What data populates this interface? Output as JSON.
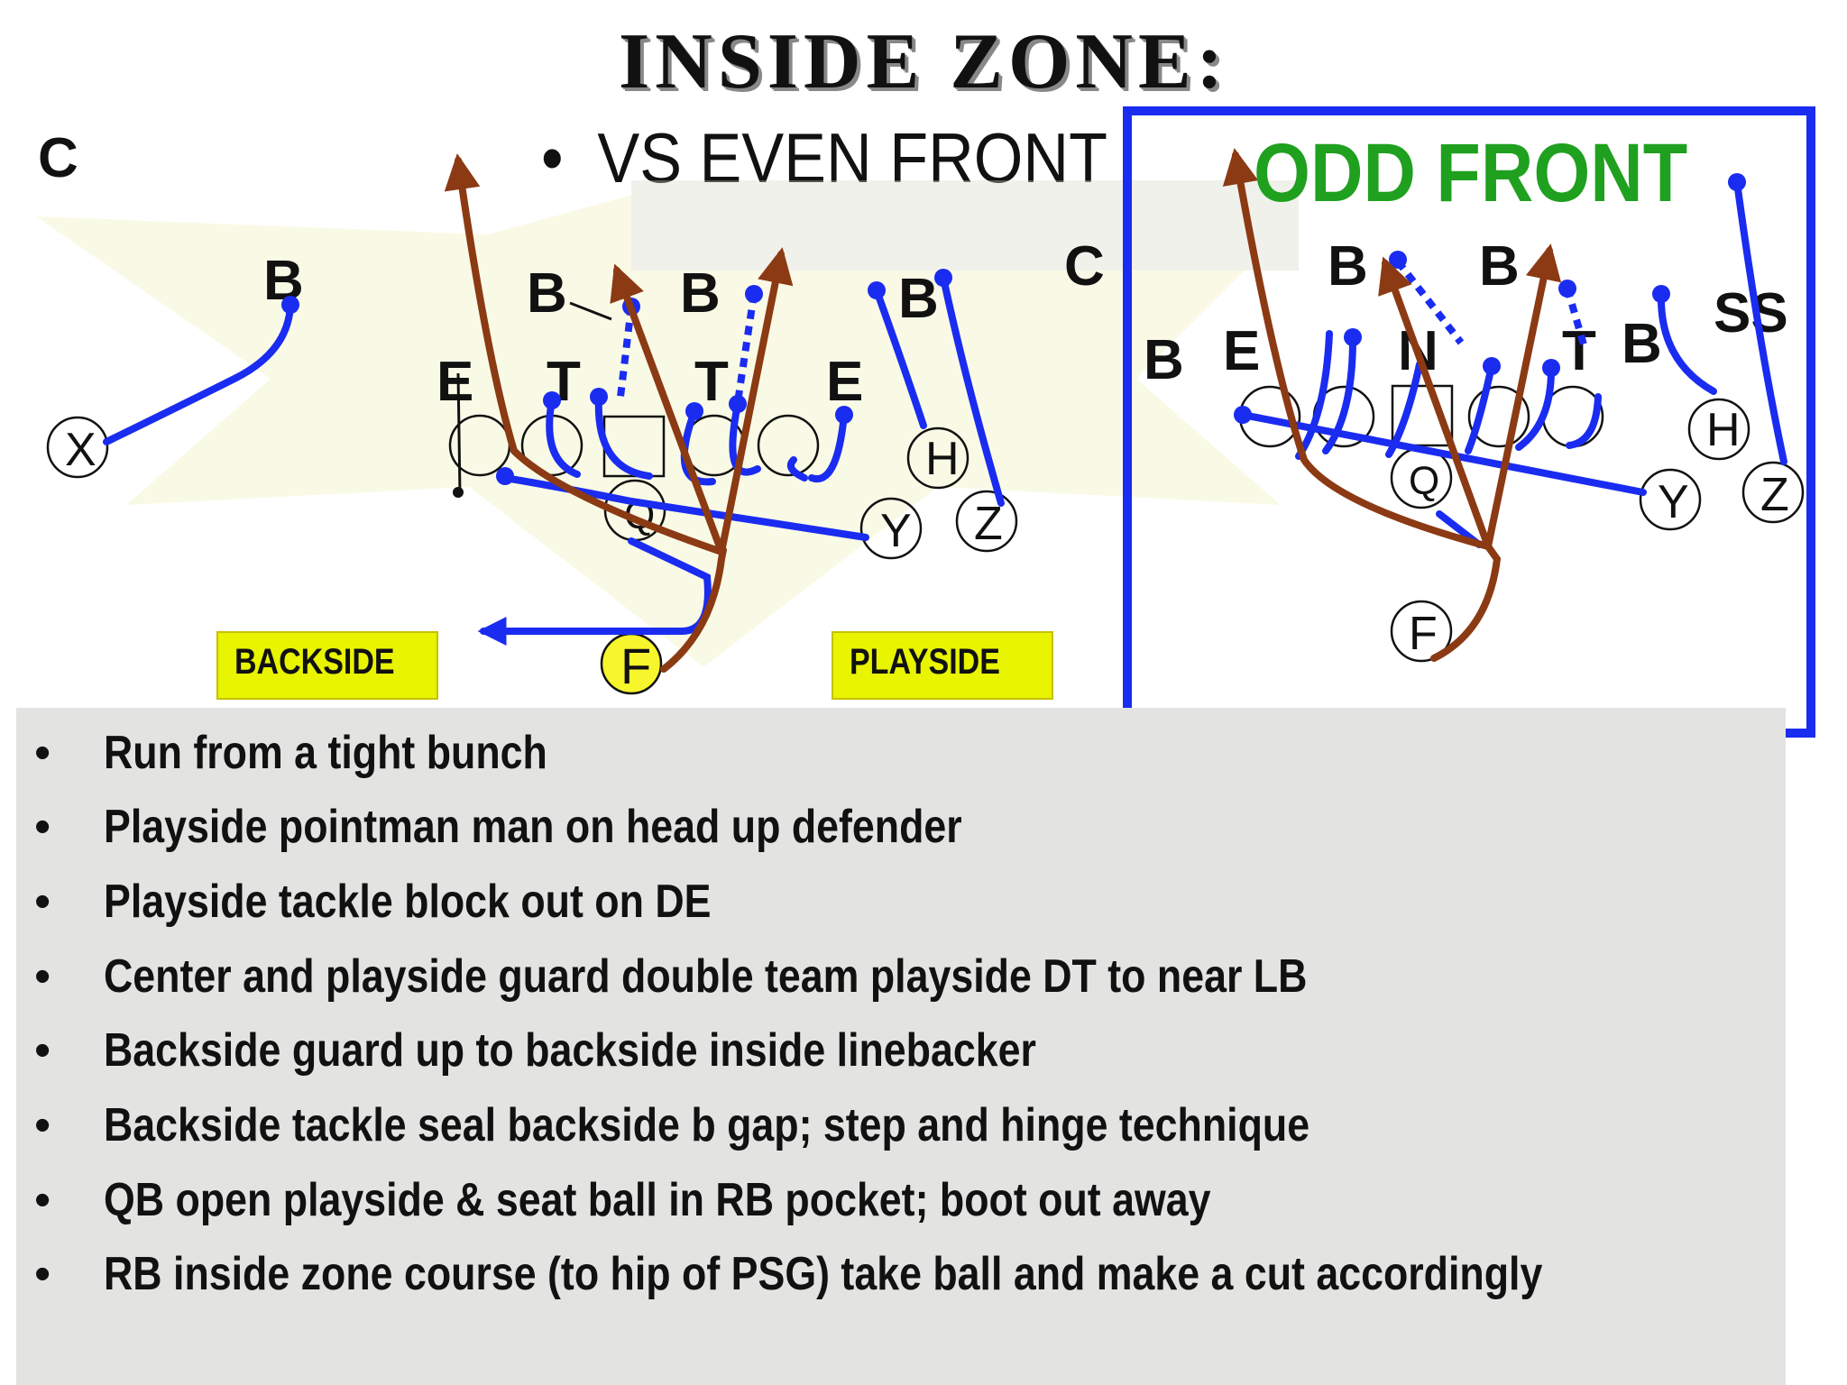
{
  "title": "INSIDE ZONE:",
  "subtitle": {
    "bullet": "•",
    "text": "VS EVEN FRONT"
  },
  "even_front": {
    "labels": {
      "c": "C",
      "b_left": "B",
      "b_mid1": "B",
      "b_mid2": "B",
      "b_right": "B",
      "e_left": "E",
      "t_left": "T",
      "t_right": "T",
      "e_right": "E"
    },
    "offense": {
      "x": "X",
      "h": "H",
      "y": "Y",
      "z": "Z",
      "q": "Q",
      "f": "F"
    },
    "tags": {
      "backside": "BACKSIDE",
      "playside": "PLAYSIDE"
    }
  },
  "odd_front": {
    "title": "ODD FRONT",
    "labels": {
      "c": "C",
      "b_left": "B",
      "e": "E",
      "b_mid1": "B",
      "n": "N",
      "b_mid2": "B",
      "t": "T",
      "b_right": "B",
      "ss": "SS"
    },
    "offense": {
      "h": "H",
      "q": "Q",
      "y": "Y",
      "z": "Z",
      "f": "F"
    }
  },
  "notes": [
    "Run from a tight bunch",
    "Playside pointman man on head up defender",
    "Playside tackle block out on DE",
    "Center and playside guard double team playside DT to near LB",
    "Backside guard up to backside inside linebacker",
    "Backside tackle seal backside b gap; step and hinge technique",
    "QB open playside & seat ball in RB pocket; boot out away",
    "RB inside zone course (to hip of PSG) take ball and make a cut accordingly"
  ],
  "colors": {
    "block": "#1a2cf0",
    "route": "#8b3a14",
    "tag": "#e8f400",
    "odd_title": "#1fa01f",
    "notes_bg": "#e3e3e1"
  },
  "bullet": "•"
}
